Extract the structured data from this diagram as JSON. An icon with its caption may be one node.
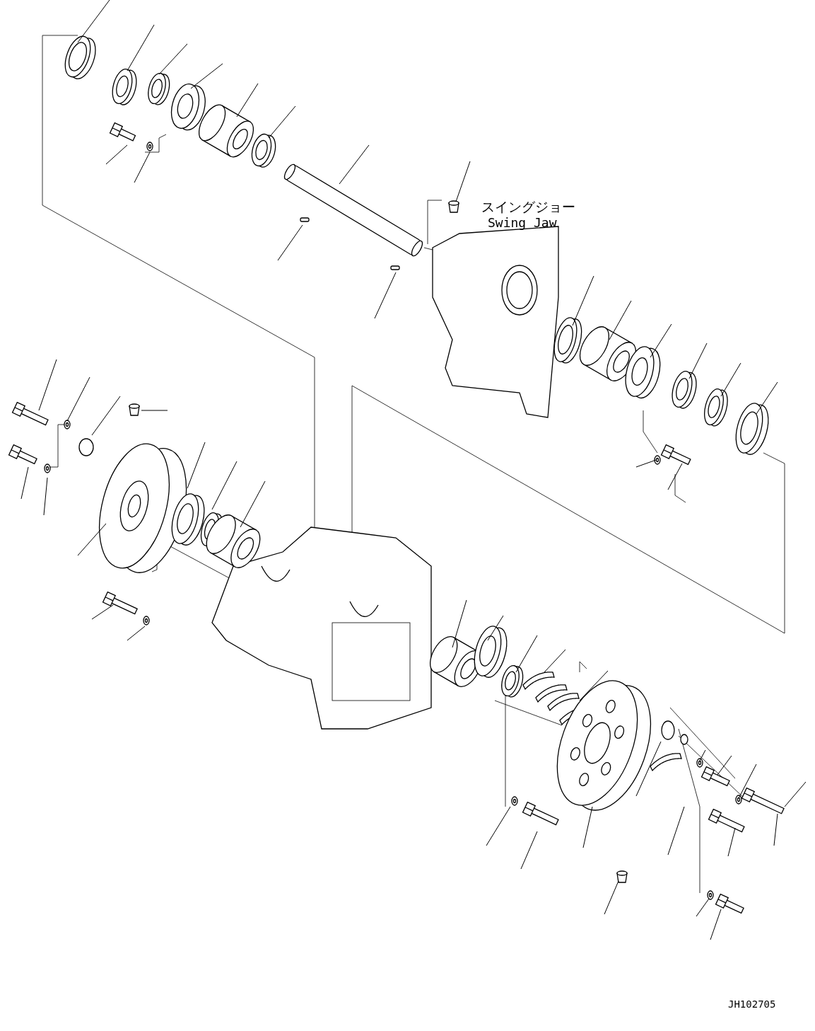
{
  "diagram": {
    "labels": [
      "スイングジョー",
      "Swing Jaw",
      "JH102705"
    ]
  }
}
